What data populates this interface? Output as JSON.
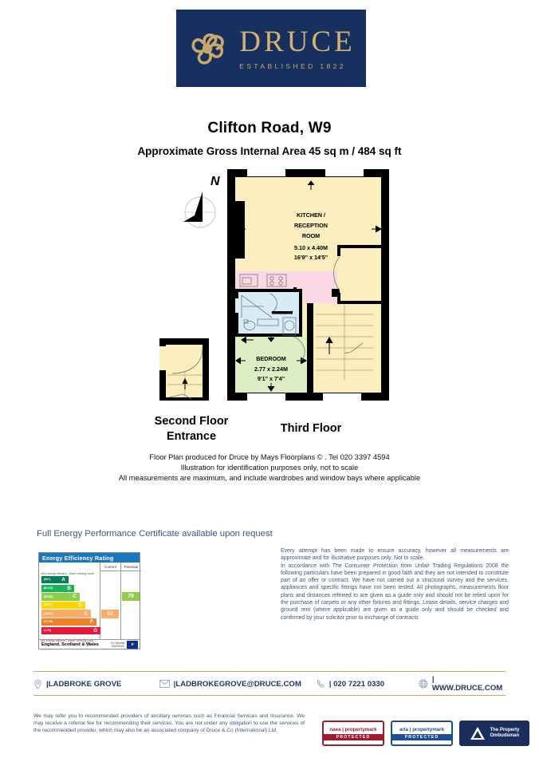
{
  "brand": {
    "name": "DRUCE",
    "tagline": "ESTABLISHED 1822",
    "navy": "#16305f",
    "gold": "#c9a86a"
  },
  "header": {
    "address": "Clifton Road, W9",
    "area": "Approximate Gross Internal Area 45 sq m  /  484 sq ft"
  },
  "floorplan": {
    "compass_label": "N",
    "rooms": [
      {
        "name": "KITCHEN /\nRECEPTION\nROOM",
        "line1": "KITCHEN /",
        "line2": "RECEPTION",
        "line3": "ROOM",
        "metric": "5.10 x 4.40M",
        "imperial": "16'9\" x 14'5\""
      },
      {
        "line1": "BEDROOM",
        "metric": "2.77 x 2.24M",
        "imperial": "9'1\" x 7'4\""
      }
    ],
    "labels": {
      "second_floor_l1": "Second Floor",
      "second_floor_l2": "Entrance",
      "third_floor": "Third Floor"
    },
    "notes": [
      "Floor Plan produced for Druce by Mays Floorplans  © . Tel 020 3397 4594",
      "Illustration for identification purposes only, not to scale",
      "All measurements are maximum, and include wardrobes and window bays where applicable"
    ]
  },
  "epc": {
    "heading": "Full Energy Performance Certificate available upon request",
    "chart_title": "Energy Efficiency Rating",
    "col_current": "Current",
    "col_potential": "Potential",
    "caption_top": "Very energy efficient - lower running costs",
    "caption_bottom": "Not energy efficient - higher running costs",
    "footer_region": "England, Scotland & Wales",
    "footer_directive_l1": "EU Directive",
    "footer_directive_l2": "2002/91/EC",
    "current_value": "43",
    "potential_value": "79",
    "bands": [
      {
        "letter": "A",
        "range": "(92+)",
        "color": "#008054",
        "width": 34
      },
      {
        "letter": "B",
        "range": "(81-91)",
        "color": "#19b459",
        "width": 41
      },
      {
        "letter": "C",
        "range": "(69-80)",
        "color": "#8dce46",
        "width": 48
      },
      {
        "letter": "D",
        "range": "(55-68)",
        "color": "#ffd500",
        "width": 55
      },
      {
        "letter": "E",
        "range": "(39-54)",
        "color": "#fcaa65",
        "width": 62
      },
      {
        "letter": "F",
        "range": "(21-38)",
        "color": "#ef8023",
        "width": 69
      },
      {
        "letter": "G",
        "range": "(1-20)",
        "color": "#e9153b",
        "width": 74
      }
    ]
  },
  "legal": {
    "para1": "Every attempt has been made to ensure accuracy, however all measurements are approximate and for illustrative purposes only. Not to scale.",
    "para2": "In accordance with The Consumer Protection from Unfair Trading Regulations 2008 the following particulars have been prepared in good faith and they are not intended to constitute part of an offer or contract. We have not carried out a structural survey and the services, appliances and specific fittings have not been tested. All photographs, measurements floor plans and distances referred to are given as a guide only and should not be relied upon for the purchase of carpets or any other fixtures and fittings. Lease details, service charges and ground rent (where applicable) are given as a guide only and should be checked and confirmed by your solicitor prior to exchange of contracts"
  },
  "contact": {
    "office": "|LADBROKE GROVE",
    "email": "|LADBROKEGROVE@DRUCE.COM",
    "phone": "|  020 7221 0330",
    "website": "|  WWW.DRUCE.COM"
  },
  "footer": {
    "referral_note": "We may refer you to recommended providers of ancillary services such as Financial Services and Insurance. We may receive a referral fee for recommending their services. You are not under any obligation to use the services of the recommended provider, which may also be an associated company of Druce & Co (International) Ltd.",
    "badges": [
      {
        "top": "naea | propertymark",
        "bottom": "PROTECTED",
        "color": "#9e1b32"
      },
      {
        "top": "arla | propertymark",
        "bottom": "PROTECTED",
        "color": "#1d4f91"
      },
      {
        "line1": "The Property",
        "line2": "Ombudsman"
      }
    ]
  }
}
